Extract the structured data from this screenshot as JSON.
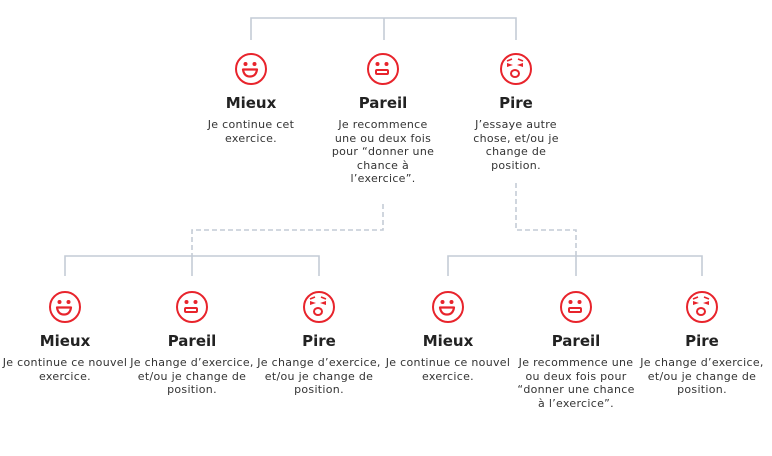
{
  "top": [
    {
      "face": "happy-face",
      "title": "Mieux",
      "desc": "Je continue cet exercice."
    },
    {
      "face": "neutral-face",
      "title": "Pareil",
      "desc": "Je recommence une ou deux fois pour “donner une chance à l’exercice”."
    },
    {
      "face": "distressed-face",
      "title": "Pire",
      "desc": "J’essaye autre chose, et/ou je change de position."
    }
  ],
  "bottom_left": [
    {
      "face": "happy-face",
      "title": "Mieux",
      "desc": "Je continue ce nouvel exercice."
    },
    {
      "face": "neutral-face",
      "title": "Pareil",
      "desc": "Je change d’exercice, et/ou je change de position."
    },
    {
      "face": "distressed-face",
      "title": "Pire",
      "desc": "Je change d’exercice, et/ou je change de position."
    }
  ],
  "bottom_right": [
    {
      "face": "happy-face",
      "title": "Mieux",
      "desc": "Je continue ce nouvel exercice."
    },
    {
      "face": "neutral-face",
      "title": "Pareil",
      "desc": "Je recommence une ou deux fois pour “donner une chance à l’exercice”."
    },
    {
      "face": "distressed-face",
      "title": "Pire",
      "desc": "Je change d’exercice, et/ou je change de position."
    }
  ],
  "colors": {
    "face": "#e8242c",
    "line": "#c4ccd6"
  }
}
